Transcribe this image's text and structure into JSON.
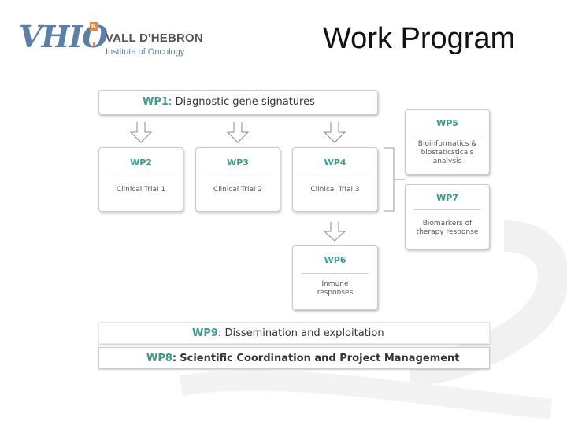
{
  "header": {
    "logo_mark": "VHIO",
    "logo_badge": "R",
    "logo_name": "VALL D'HEBRON",
    "logo_subtitle": "Institute of Oncology",
    "title": "Work Program"
  },
  "diagram": {
    "wp1": {
      "code": "WP1",
      "separator": ":",
      "label": "Diagnostic gene signatures"
    },
    "wp2": {
      "code": "WP2",
      "label": "Clinical Trial 1"
    },
    "wp3": {
      "code": "WP3",
      "label": "Clinical Trial 2"
    },
    "wp4": {
      "code": "WP4",
      "label": "Clinical Trial 3"
    },
    "wp5": {
      "code": "WP5",
      "label_line1": "Bioinformatics &",
      "label_line2": "biostaticsticals",
      "label_line3": "analysis"
    },
    "wp6": {
      "code": "WP6",
      "label_line1": "Inmune",
      "label_line2": "responses"
    },
    "wp7": {
      "code": "WP7",
      "label_line1": "Biomarkers of",
      "label_line2": "therapy response"
    },
    "wp8": {
      "code": "WP8",
      "separator": ":",
      "label": "Scientific Coordination and Project Management"
    },
    "wp9": {
      "code": "WP9",
      "separator": ":",
      "label": "Dissemination and exploitation"
    },
    "colors": {
      "accent": "#3f9a8a",
      "text": "#333333",
      "border": "#c9c9c9"
    }
  }
}
